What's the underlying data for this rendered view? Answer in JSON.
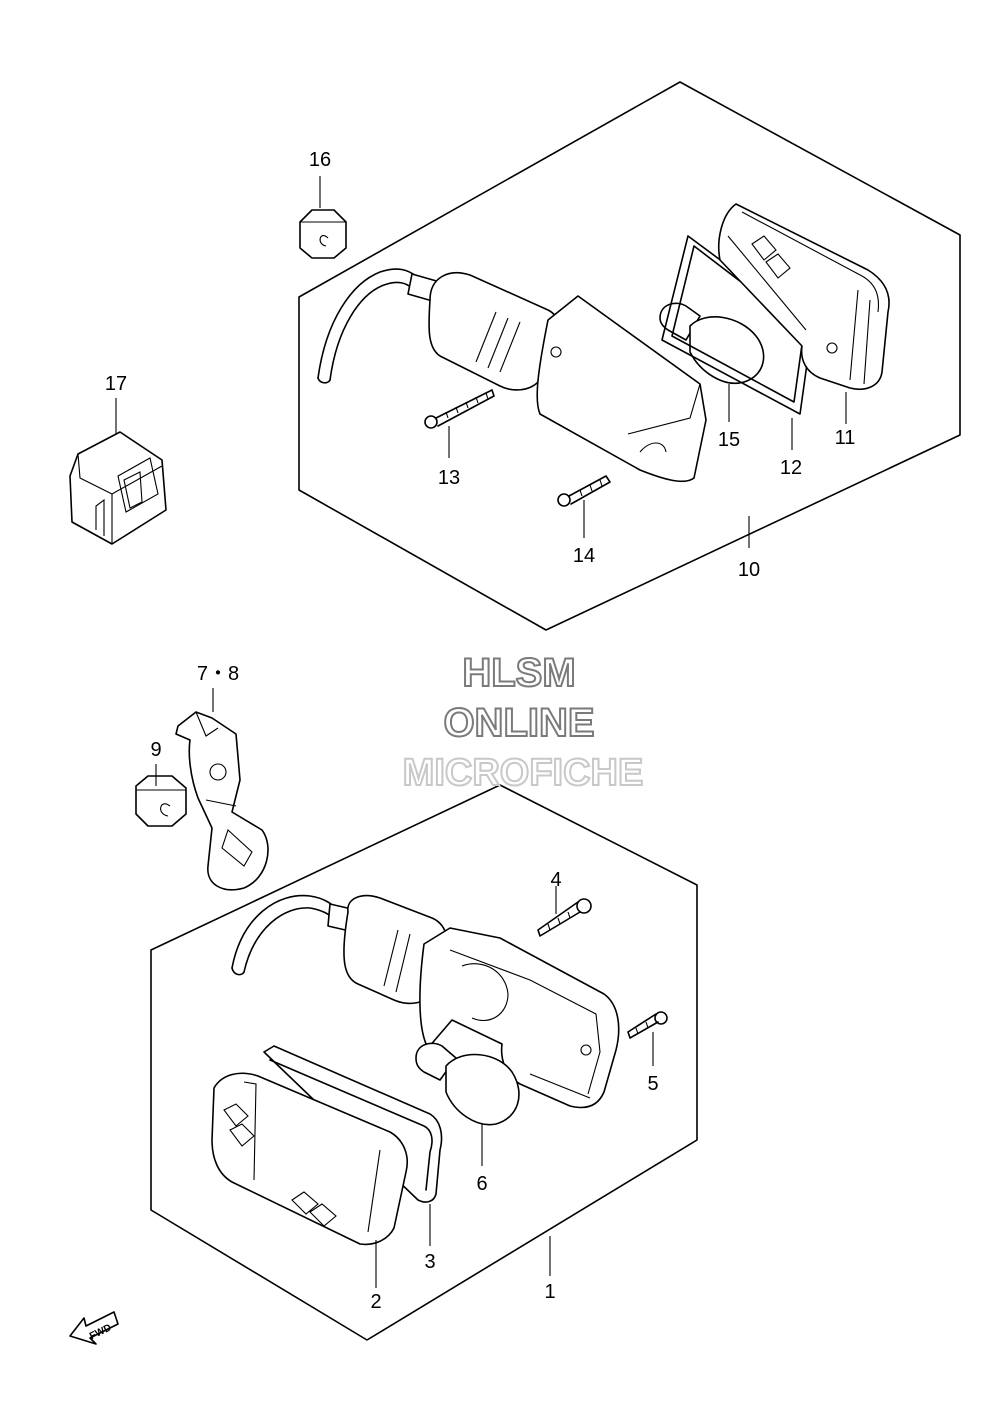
{
  "watermark": {
    "line1": "HLSM",
    "line2": "ONLINE",
    "line3": "MICROFICHE"
  },
  "direction_arrow": {
    "label": "FWD",
    "icon": "forward-arrow-icon"
  },
  "callouts": {
    "c1": "1",
    "c2": "2",
    "c3": "3",
    "c4": "4",
    "c5": "5",
    "c6": "6",
    "c78": "7・8",
    "c9": "9",
    "c10": "10",
    "c11": "11",
    "c12": "12",
    "c13": "13",
    "c14": "14",
    "c15": "15",
    "c16": "16",
    "c17": "17"
  },
  "colors": {
    "line": "#000000",
    "background": "#ffffff",
    "watermark_outline": "#7a7a7a",
    "watermark_light": "#c8c8c8"
  }
}
